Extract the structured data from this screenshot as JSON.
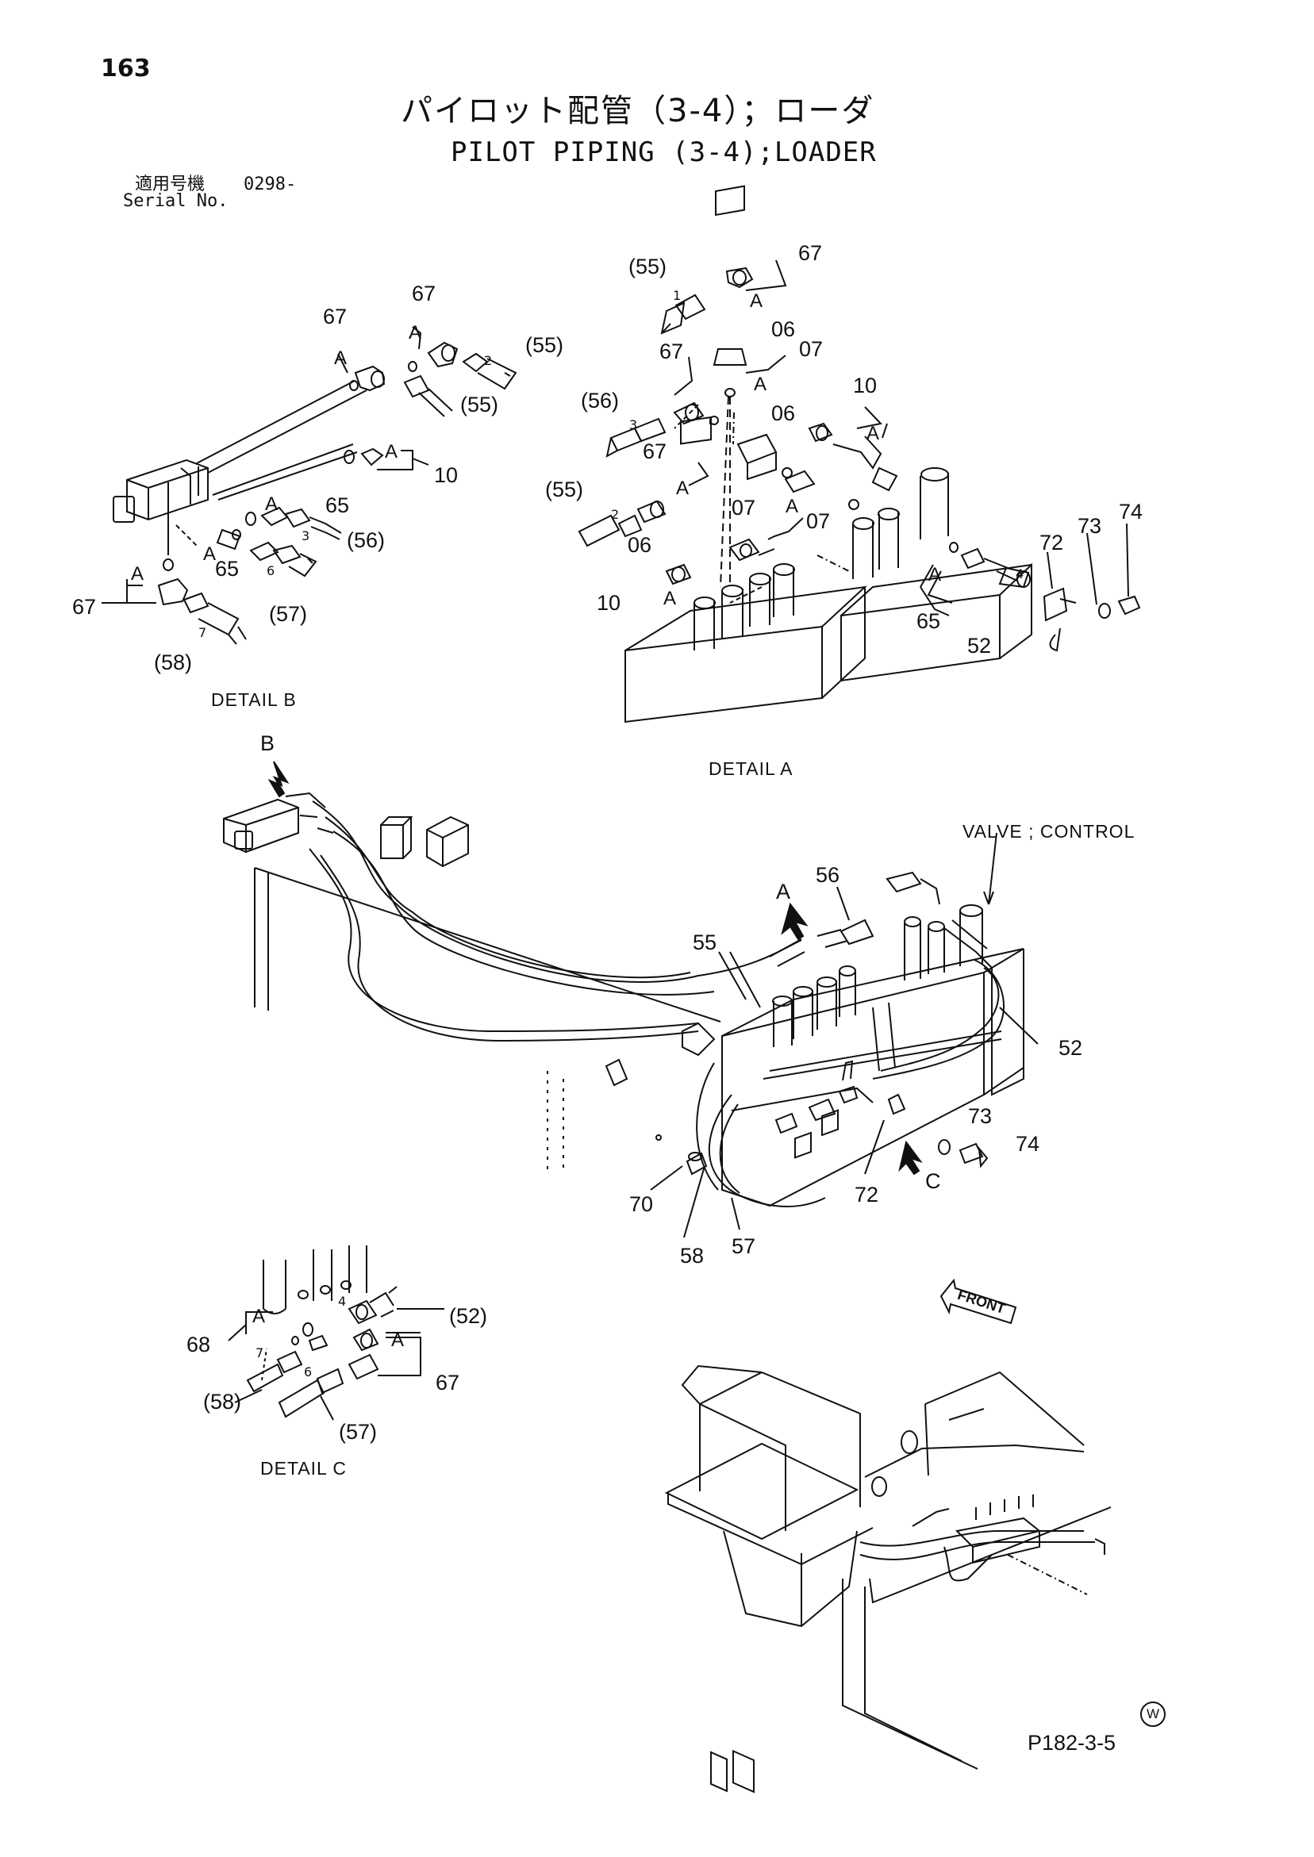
{
  "page": {
    "number": "163",
    "title_jp": "パイロット配管（3-4）；ローダ",
    "title_en": "PILOT PIPING (3-4);LOADER",
    "serial_label_jp": "適用号機",
    "serial_value": "0298-",
    "serial_label_en": "Serial No.",
    "drawing_code": "P182-3-5",
    "mark": "W"
  },
  "captions": {
    "detail_a": "DETAIL   A",
    "detail_b": "DETAIL   B",
    "detail_c": "DETAIL   C",
    "valve_control": "VALVE ; CONTROL",
    "front": "FRONT"
  },
  "detail_b": {
    "labels": [
      "67",
      "67",
      "(55)",
      "(55)",
      "A",
      "A",
      "A",
      "10",
      "A",
      "65",
      "A",
      "65",
      "(56)",
      "(57)",
      "A",
      "67",
      "(58)",
      "2",
      "3",
      "6",
      "7"
    ]
  },
  "detail_a": {
    "labels": [
      "(55)",
      "67",
      "A",
      "06",
      "67",
      "07",
      "A",
      "(56)",
      "10",
      "A",
      "06",
      "67",
      "A",
      "(55)",
      "A",
      "07",
      "07",
      "06",
      "10",
      "A",
      "65",
      "A",
      "72",
      "73",
      "74",
      "52",
      "1",
      "3",
      "2",
      "4"
    ]
  },
  "main_view": {
    "labels": [
      "B",
      "A",
      "56",
      "55",
      "52",
      "73",
      "74",
      "72",
      "C",
      "70",
      "58",
      "57"
    ]
  },
  "detail_c": {
    "labels": [
      "A",
      "68",
      "(52)",
      "A",
      "67",
      "(58)",
      "(57)",
      "4",
      "7",
      "6"
    ]
  }
}
